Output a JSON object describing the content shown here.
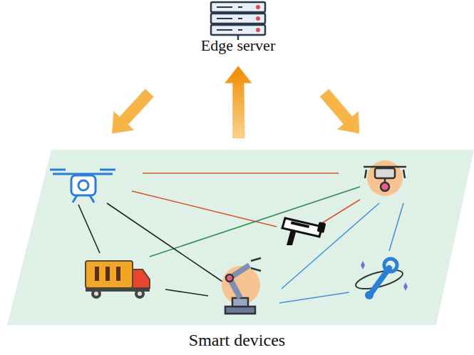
{
  "diagram": {
    "nodes": [
      {
        "text": [
          "Edge server"
        ]
      },
      {
        "text": [
          "Smart devices"
        ]
      }
    ],
    "edges": [
      {
        "from": 0,
        "to": 1,
        "arrow": "to"
      },
      {
        "from": 1,
        "to": 0,
        "arrow": "to"
      },
      {
        "from": 0,
        "to": 1,
        "arrow": "to"
      }
    ]
  }
}
